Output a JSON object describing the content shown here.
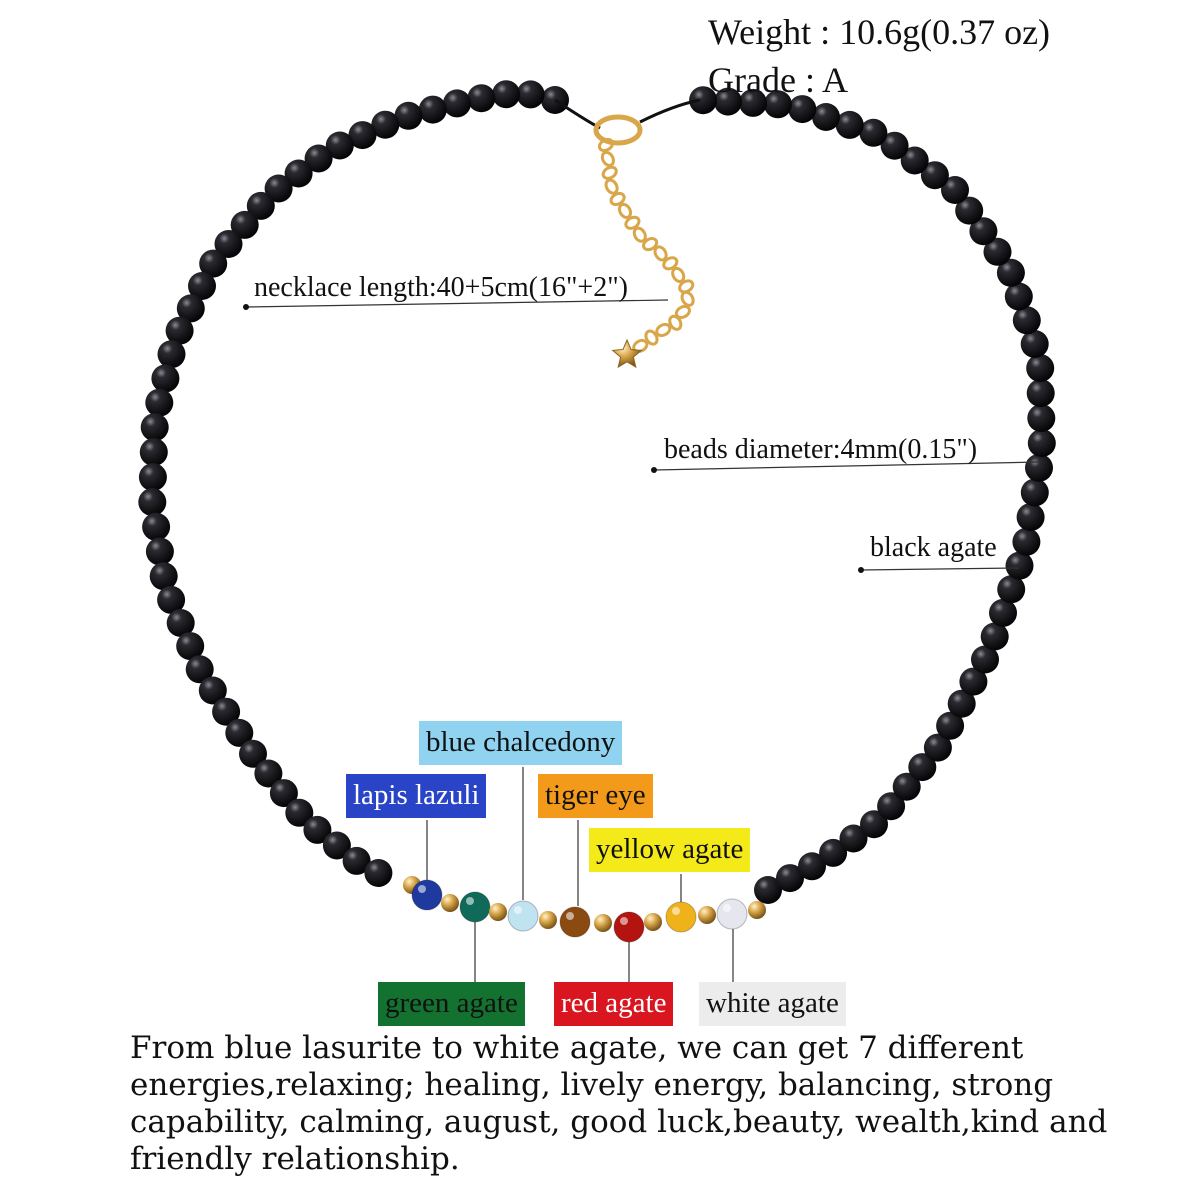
{
  "specs": {
    "weight": "Weight : 10.6g(0.37 oz)",
    "grade": "Grade : A"
  },
  "callouts": {
    "length": "necklace length:40+5cm(16\"+2\")",
    "diameter": "beads diameter:4mm(0.15\")",
    "material": "black agate"
  },
  "stones": [
    {
      "label": "blue chalcedony",
      "bg": "#8fd3f0",
      "fg": "#111111",
      "bead": "#bfe3f0"
    },
    {
      "label": "lapis lazuli",
      "bg": "#2a44c8",
      "fg": "#ffffff",
      "bead": "#1f3a9e"
    },
    {
      "label": "tiger eye",
      "bg": "#f39a1b",
      "fg": "#111111",
      "bead": "#8a4a12"
    },
    {
      "label": "yellow agate",
      "bg": "#f4ea1a",
      "fg": "#111111",
      "bead": "#f0b21a"
    },
    {
      "label": "green agate",
      "bg": "#13722f",
      "fg": "#111111",
      "bead": "#0f6a5a"
    },
    {
      "label": "red agate",
      "bg": "#d9161f",
      "fg": "#ffffff",
      "bead": "#b3140f"
    },
    {
      "label": "white agate",
      "bg": "#ececec",
      "fg": "#111111",
      "bead": "#e6e6ee"
    }
  ],
  "description": "From blue lasurite to white agate, we can get 7 different energies,relaxing; healing, lively energy, balancing, strong capability, calming, august, good luck,beauty, wealth,kind and friendly relationship.",
  "colors": {
    "bead_black": "#0b0b0e",
    "gold": "#d9a64a",
    "leader_line": "#333333"
  }
}
